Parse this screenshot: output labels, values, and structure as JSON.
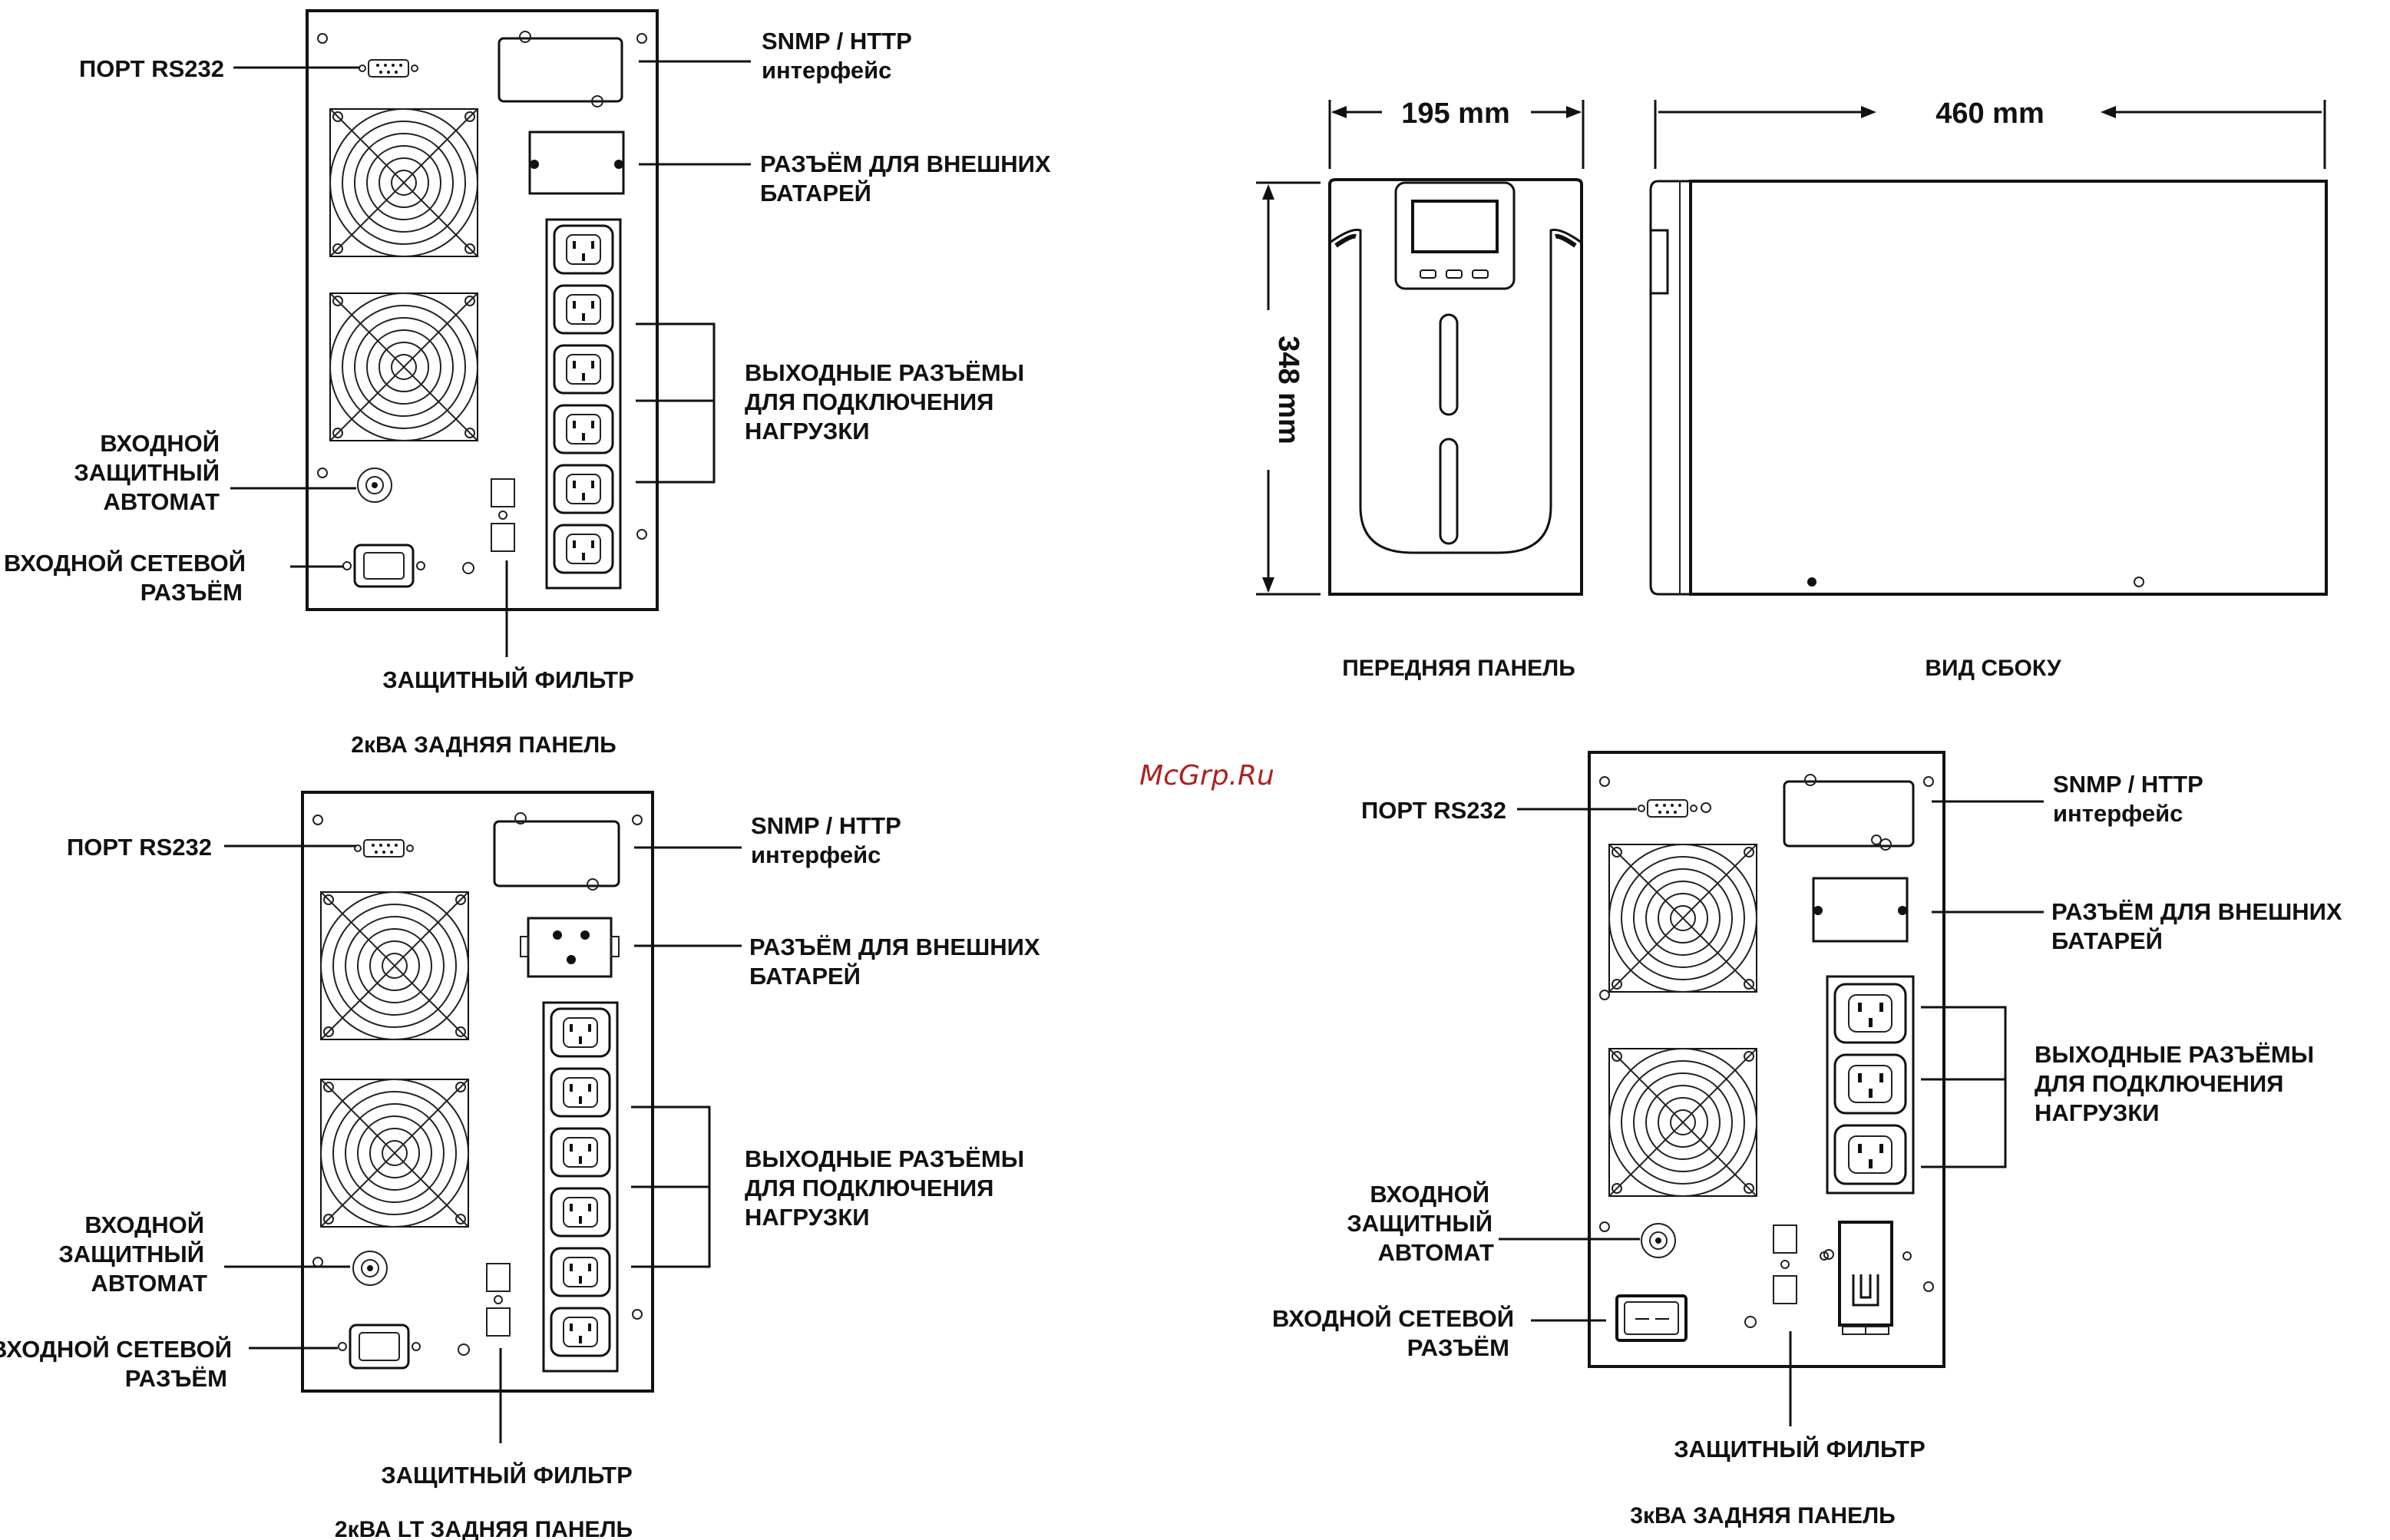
{
  "watermark": "McGrp.Ru",
  "panel_2kva": {
    "rs232": "ПОРТ RS232",
    "snmp": [
      "SNMP / HTTP",
      "интерфейс"
    ],
    "battery": [
      "РАЗЪЁМ ДЛЯ ВНЕШНИХ",
      "БАТАРЕЙ"
    ],
    "outputs": [
      "ВЫХОДНЫЕ РАЗЪЁМЫ",
      "ДЛЯ ПОДКЛЮЧЕНИЯ",
      "НАГРУЗКИ"
    ],
    "breaker": [
      "ВХОДНОЙ",
      "ЗАЩИТНЫЙ",
      "АВТОМАТ"
    ],
    "inlet": [
      "ВХОДНОЙ СЕТЕВОЙ",
      "РАЗЪЁМ"
    ],
    "filter": "ЗАЩИТНЫЙ ФИЛЬТР",
    "caption": "2кВА ЗАДНЯЯ ПАНЕЛЬ"
  },
  "panel_2kva_lt": {
    "rs232": "ПОРТ RS232",
    "snmp": [
      "SNMP / HTTP",
      "интерфейс"
    ],
    "battery": [
      "РАЗЪЁМ ДЛЯ ВНЕШНИХ",
      "БАТАРЕЙ"
    ],
    "outputs": [
      "ВЫХОДНЫЕ РАЗЪЁМЫ",
      "ДЛЯ ПОДКЛЮЧЕНИЯ",
      "НАГРУЗКИ"
    ],
    "breaker": [
      "ВХОДНОЙ",
      "ЗАЩИТНЫЙ",
      "АВТОМАТ"
    ],
    "inlet": [
      "ВХОДНОЙ СЕТЕВОЙ",
      "РАЗЪЁМ"
    ],
    "filter": "ЗАЩИТНЫЙ ФИЛЬТР",
    "caption": "2кВА LT ЗАДНЯЯ ПАНЕЛЬ"
  },
  "panel_3kva": {
    "rs232": "ПОРТ RS232",
    "snmp": [
      "SNMP / HTTP",
      "интерфейс"
    ],
    "battery": [
      "РАЗЪЁМ ДЛЯ ВНЕШНИХ",
      "БАТАРЕЙ"
    ],
    "outputs": [
      "ВЫХОДНЫЕ РАЗЪЁМЫ",
      "ДЛЯ ПОДКЛЮЧЕНИЯ",
      "НАГРУЗКИ"
    ],
    "breaker": [
      "ВХОДНОЙ",
      "ЗАЩИТНЫЙ",
      "АВТОМАТ"
    ],
    "inlet": [
      "ВХОДНОЙ СЕТЕВОЙ",
      "РАЗЪЁМ"
    ],
    "filter": "ЗАЩИТНЫЙ ФИЛЬТР",
    "caption": "3кВА ЗАДНЯЯ ПАНЕЛЬ"
  },
  "dimensions": {
    "width": "195 mm",
    "depth": "460 mm",
    "height": "348 mm",
    "front_caption": "ПЕРЕДНЯЯ ПАНЕЛЬ",
    "side_caption": "ВИД СБОКУ"
  }
}
